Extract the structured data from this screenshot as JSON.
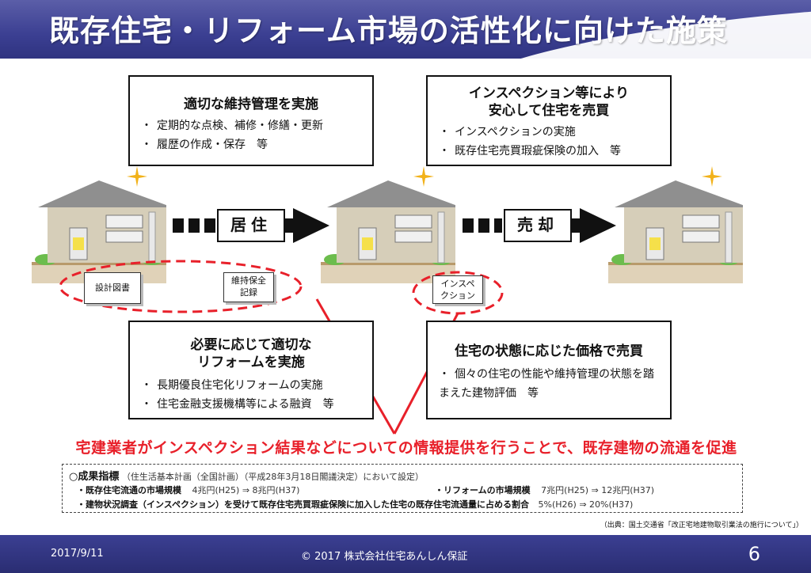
{
  "header": {
    "title": "既存住宅・リフォーム市場の活性化に向けた施策"
  },
  "top_left_box": {
    "title": "適切な維持管理を実施",
    "items": [
      "定期的な点検、補修・修繕・更新",
      "履歴の作成・保存　等"
    ]
  },
  "top_right_box": {
    "title_line1": "インスペクション等により",
    "title_line2": "安心して住宅を売買",
    "items": [
      "インスペクションの実施",
      "既存住宅売買瑕疵保険の加入　等"
    ]
  },
  "bottom_left_box": {
    "title_line1": "必要に応じて適切な",
    "title_line2": "リフォームを実施",
    "items": [
      "長期優良住宅化リフォームの実施",
      "住宅金融支援機構等による融資　等"
    ]
  },
  "bottom_right_box": {
    "title": "住宅の状態に応じた価格で売買",
    "items": [
      "個々の住宅の性能や維持管理の状態を踏まえた建物評価　等"
    ]
  },
  "arrows": {
    "live": "居住",
    "sell": "売却"
  },
  "documents": {
    "design": "設計図書",
    "maintenance_line1": "維持保全",
    "maintenance_line2": "記録",
    "inspection_line1": "インスペ",
    "inspection_line2": "クション"
  },
  "message": "宅建業者がインスペクション結果などについての情報提供を行うことで、既存建物の流通を促進",
  "results": {
    "heading": "○成果指標",
    "heading_note": "（住生活基本計画（全国計画）（平成28年3月18日閣議決定）において設定）",
    "item1_label": "・既存住宅流通の市場規模",
    "item1_value": "4兆円(H25) ⇒ 8兆円(H37)",
    "item2_label": "・リフォームの市場規模",
    "item2_value": "7兆円(H25) ⇒ 12兆円(H37)",
    "item3_label": "・建物状況調査（インスペクション）を受けて既存住宅売買瑕疵保険に加入した住宅の既存住宅流通量に占める割合",
    "item3_value": "5%(H26) ⇒ 20%(H37)"
  },
  "source": "（出典：国土交通省「改正宅地建物取引業法の施行について」）",
  "footer": {
    "date": "2017/9/11",
    "copyright": "© 2017 株式会社住宅あんしん保証",
    "page": "6"
  },
  "colors": {
    "header": "#3b3f92",
    "accent_red": "#e8202a",
    "sparkle": "#f2b21a"
  }
}
